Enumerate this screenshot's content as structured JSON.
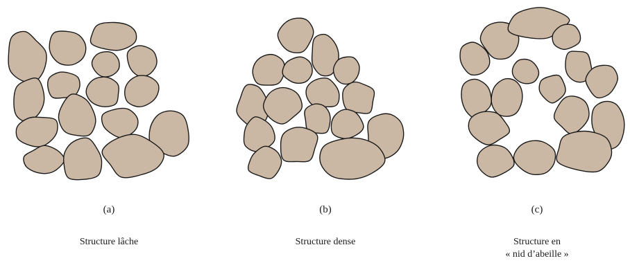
{
  "fill_color": "#cbb8a4",
  "stroke_color": "#1a1a1a",
  "panels": [
    {
      "tag": "(a)",
      "caption_lines": [
        "Structure lâche"
      ]
    },
    {
      "tag": "(b)",
      "caption_lines": [
        "Structure dense"
      ]
    },
    {
      "tag": "(c)",
      "caption_lines": [
        "Structure en",
        "« nid d’abeille »"
      ]
    }
  ]
}
